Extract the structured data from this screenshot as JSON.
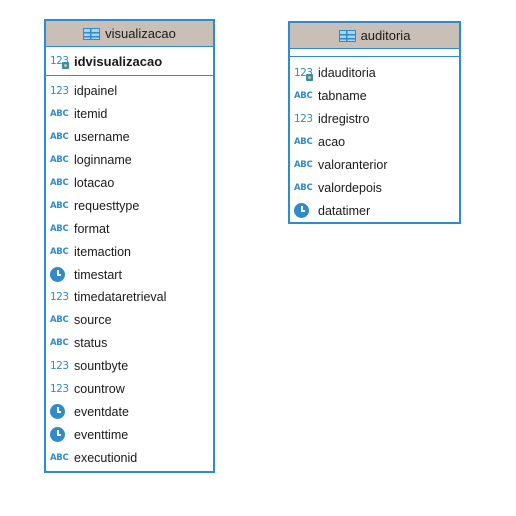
{
  "entities": [
    {
      "name": "visualizacao",
      "primary_key": {
        "name": "idvisualizacao",
        "type": "numeric"
      },
      "columns": [
        {
          "name": "idpainel",
          "type": "numeric"
        },
        {
          "name": "itemid",
          "type": "text"
        },
        {
          "name": "username",
          "type": "text"
        },
        {
          "name": "loginname",
          "type": "text"
        },
        {
          "name": "lotacao",
          "type": "text"
        },
        {
          "name": "requesttype",
          "type": "text"
        },
        {
          "name": "format",
          "type": "text"
        },
        {
          "name": "itemaction",
          "type": "text"
        },
        {
          "name": "timestart",
          "type": "datetime"
        },
        {
          "name": "timedataretrieval",
          "type": "numeric"
        },
        {
          "name": "source",
          "type": "text"
        },
        {
          "name": "status",
          "type": "text"
        },
        {
          "name": "sountbyte",
          "type": "numeric"
        },
        {
          "name": "countrow",
          "type": "numeric"
        },
        {
          "name": "eventdate",
          "type": "datetime"
        },
        {
          "name": "eventtime",
          "type": "datetime"
        },
        {
          "name": "executionid",
          "type": "text"
        }
      ]
    },
    {
      "name": "auditoria",
      "primary_key": null,
      "columns": [
        {
          "name": "idauditoria",
          "type": "numeric",
          "key": true
        },
        {
          "name": "tabname",
          "type": "text"
        },
        {
          "name": "idregistro",
          "type": "numeric"
        },
        {
          "name": "acao",
          "type": "text"
        },
        {
          "name": "valoranterior",
          "type": "text"
        },
        {
          "name": "valordepois",
          "type": "text"
        },
        {
          "name": "datatimer",
          "type": "datetime"
        }
      ]
    }
  ],
  "type_icons": {
    "numeric": "123",
    "text": "ABC",
    "datetime": "clock-icon"
  },
  "colors": {
    "border": "#2f8bc9",
    "header_bg": "#c9bfb6",
    "icon": "#2f8bc9"
  }
}
